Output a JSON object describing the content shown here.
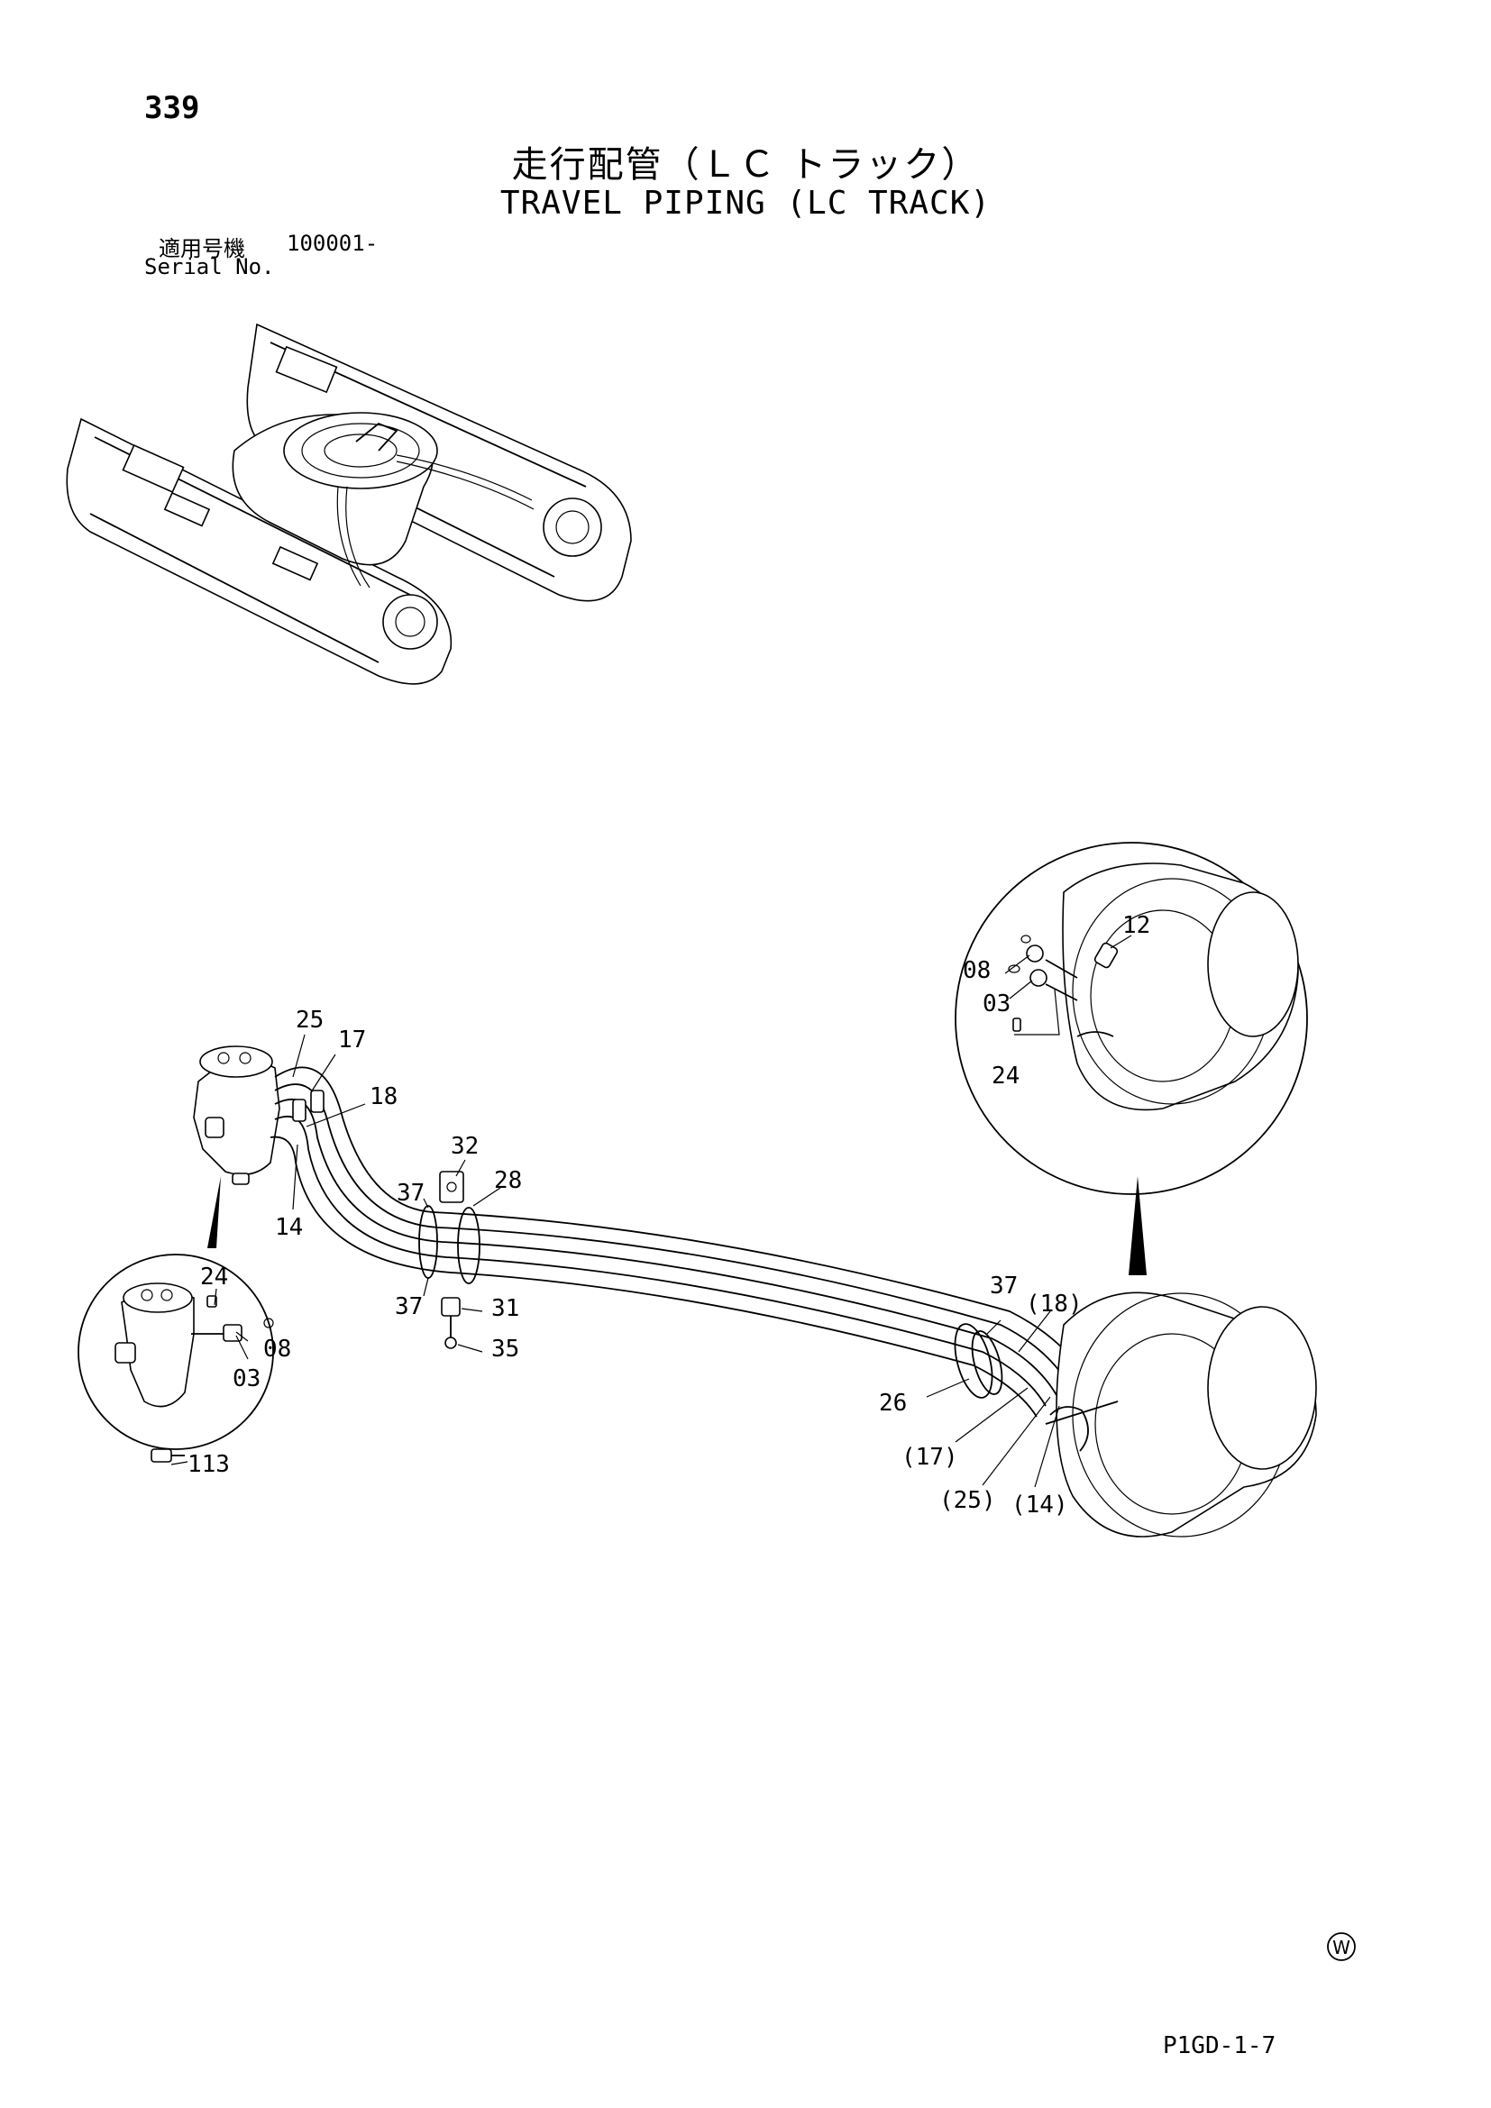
{
  "header": {
    "page_number": "339",
    "title_ja": "走行配管（ＬＣ トラック）",
    "title_en": "TRAVEL PIPING (LC TRACK)",
    "serial_label_ja": "適用号機",
    "serial_number": "100001-",
    "serial_label_en": "Serial No."
  },
  "callouts": {
    "c25": "25",
    "c17": "17",
    "c18": "18",
    "c14": "14",
    "c32": "32",
    "c28": "28",
    "c37a": "37",
    "c37b": "37",
    "c31": "31",
    "c35": "35",
    "c24a": "24",
    "c08a": "08",
    "c03a": "03",
    "c113": "113",
    "c12": "12",
    "c08b": "08",
    "c03b": "03",
    "c24b": "24",
    "c37c": "37",
    "c18p": "(18)",
    "c26": "26",
    "c17p": "(17)",
    "c25p": "(25)",
    "c14p": "(14)"
  },
  "footer": {
    "stamp": "W",
    "code": "P1GD-1-7"
  }
}
